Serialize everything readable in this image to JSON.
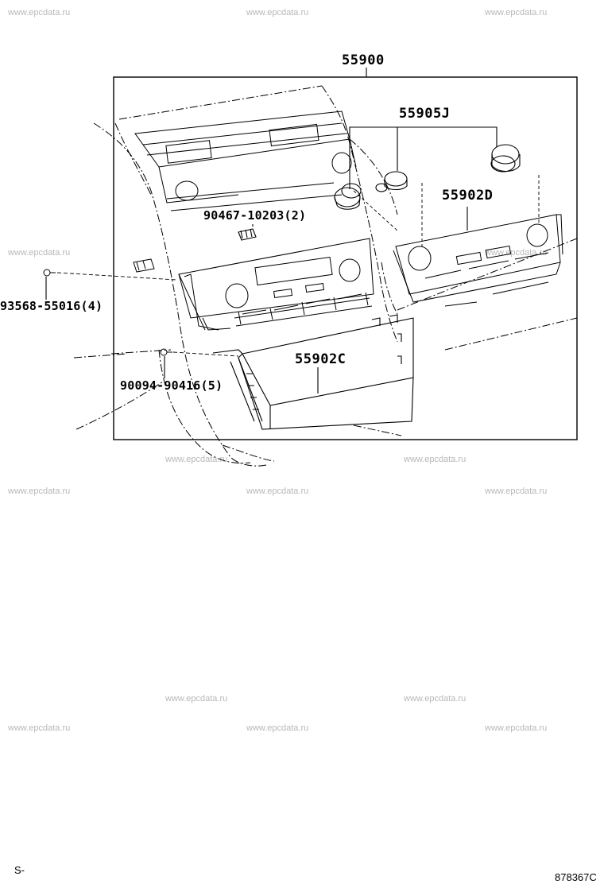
{
  "watermark": "www.epcdata.ru",
  "labels": {
    "assembly": "55900",
    "knob": "55905J",
    "panel_right": "55902D",
    "bezel_lower": "55902C",
    "clip": "90467-10203(2)",
    "screw_left": "93568-55016(4)",
    "screw_bottom": "90094-90416(5)"
  },
  "footer": {
    "left_code": "S-",
    "illustration_id": "878367C"
  }
}
